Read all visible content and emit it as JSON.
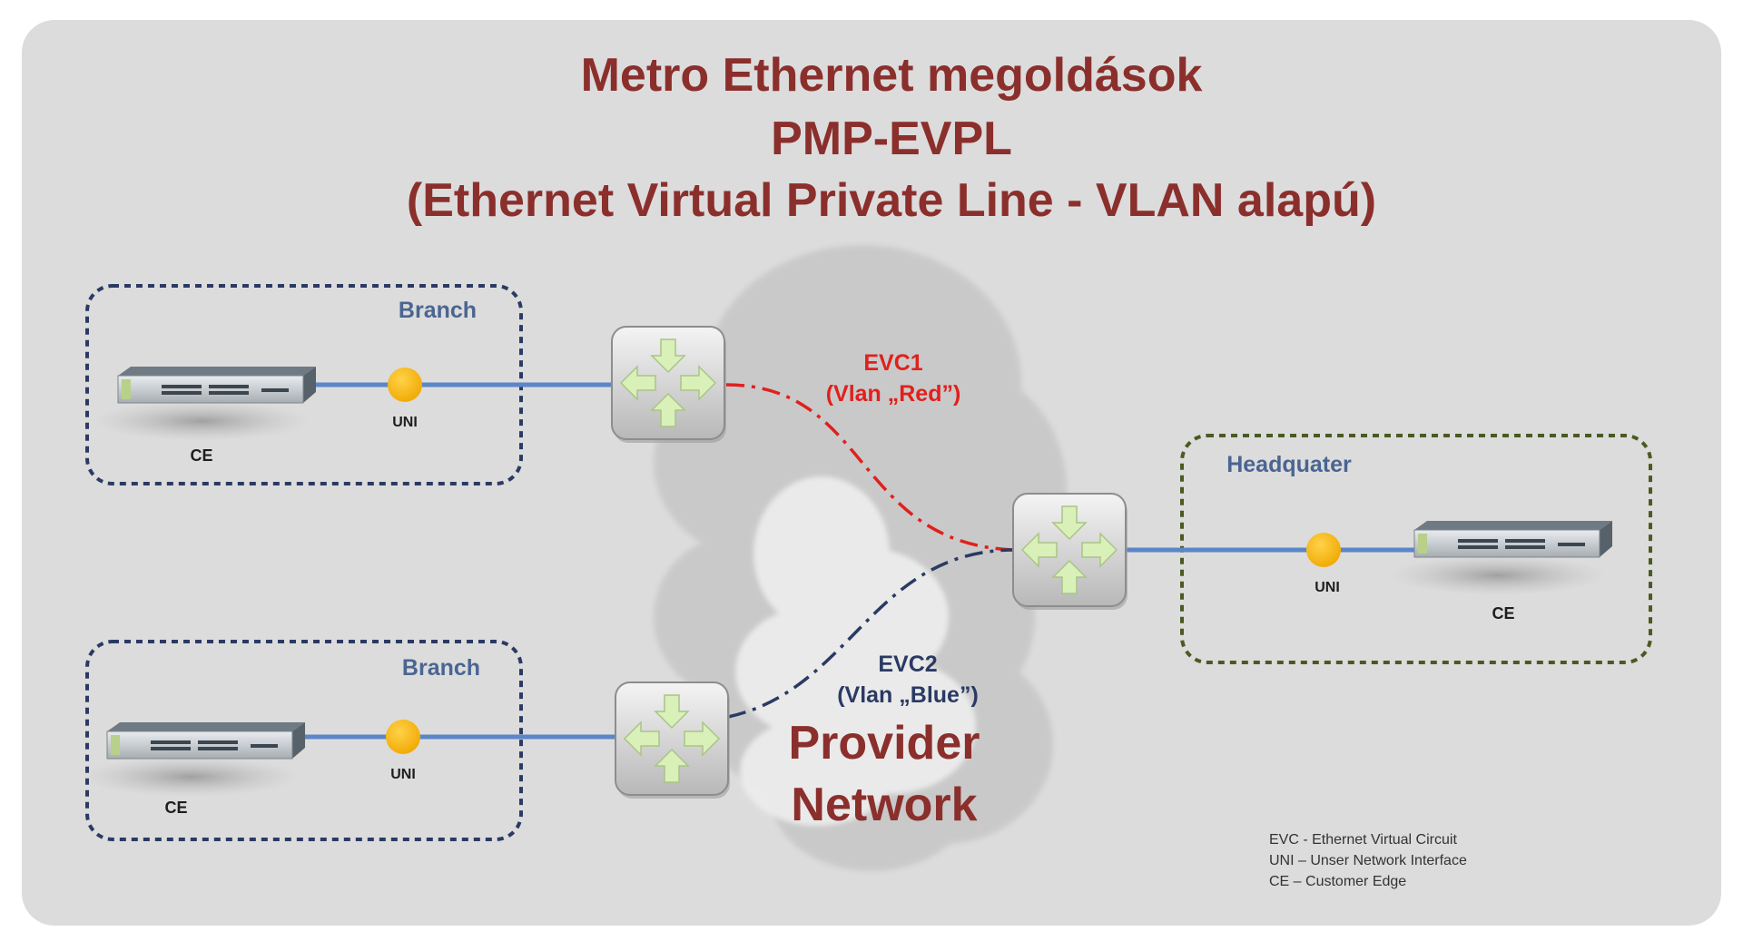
{
  "title": {
    "line1": "Metro Ethernet megoldások",
    "line2": "PMP-EVPL",
    "line3": "(Ethernet Virtual Private Line - VLAN alapú)"
  },
  "colors": {
    "panel_bg": "#dcdcdc",
    "title": "#8b2f2c",
    "site_label": "#4a6592",
    "branch_border": "#2a3a63",
    "hq_border": "#4a5a22",
    "evc_red": "#e0201d",
    "evc_blue": "#2a3a63",
    "link_blue": "#5b86c8",
    "uni_dot": "#ffb800",
    "provider_text": "#8b2f2c"
  },
  "sites": {
    "branch1": {
      "label": "Branch",
      "ce_label": "CE",
      "uni_label": "UNI"
    },
    "branch2": {
      "label": "Branch",
      "ce_label": "CE",
      "uni_label": "UNI"
    },
    "hq": {
      "label": "Headquater",
      "ce_label": "CE",
      "uni_label": "UNI"
    }
  },
  "evc1": {
    "name": "EVC1",
    "vlan": "(Vlan „Red”)"
  },
  "evc2": {
    "name": "EVC2",
    "vlan": "(Vlan „Blue”)"
  },
  "cloud": {
    "line1": "Provider",
    "line2": "Network"
  },
  "legend": [
    "EVC - Ethernet Virtual Circuit",
    "UNI – Unser Network Interface",
    "CE – Customer Edge"
  ],
  "icons": {
    "router": "router-icon",
    "switch": "switch-icon",
    "uni": "uni-dot-icon",
    "cloud": "cloud-icon"
  }
}
